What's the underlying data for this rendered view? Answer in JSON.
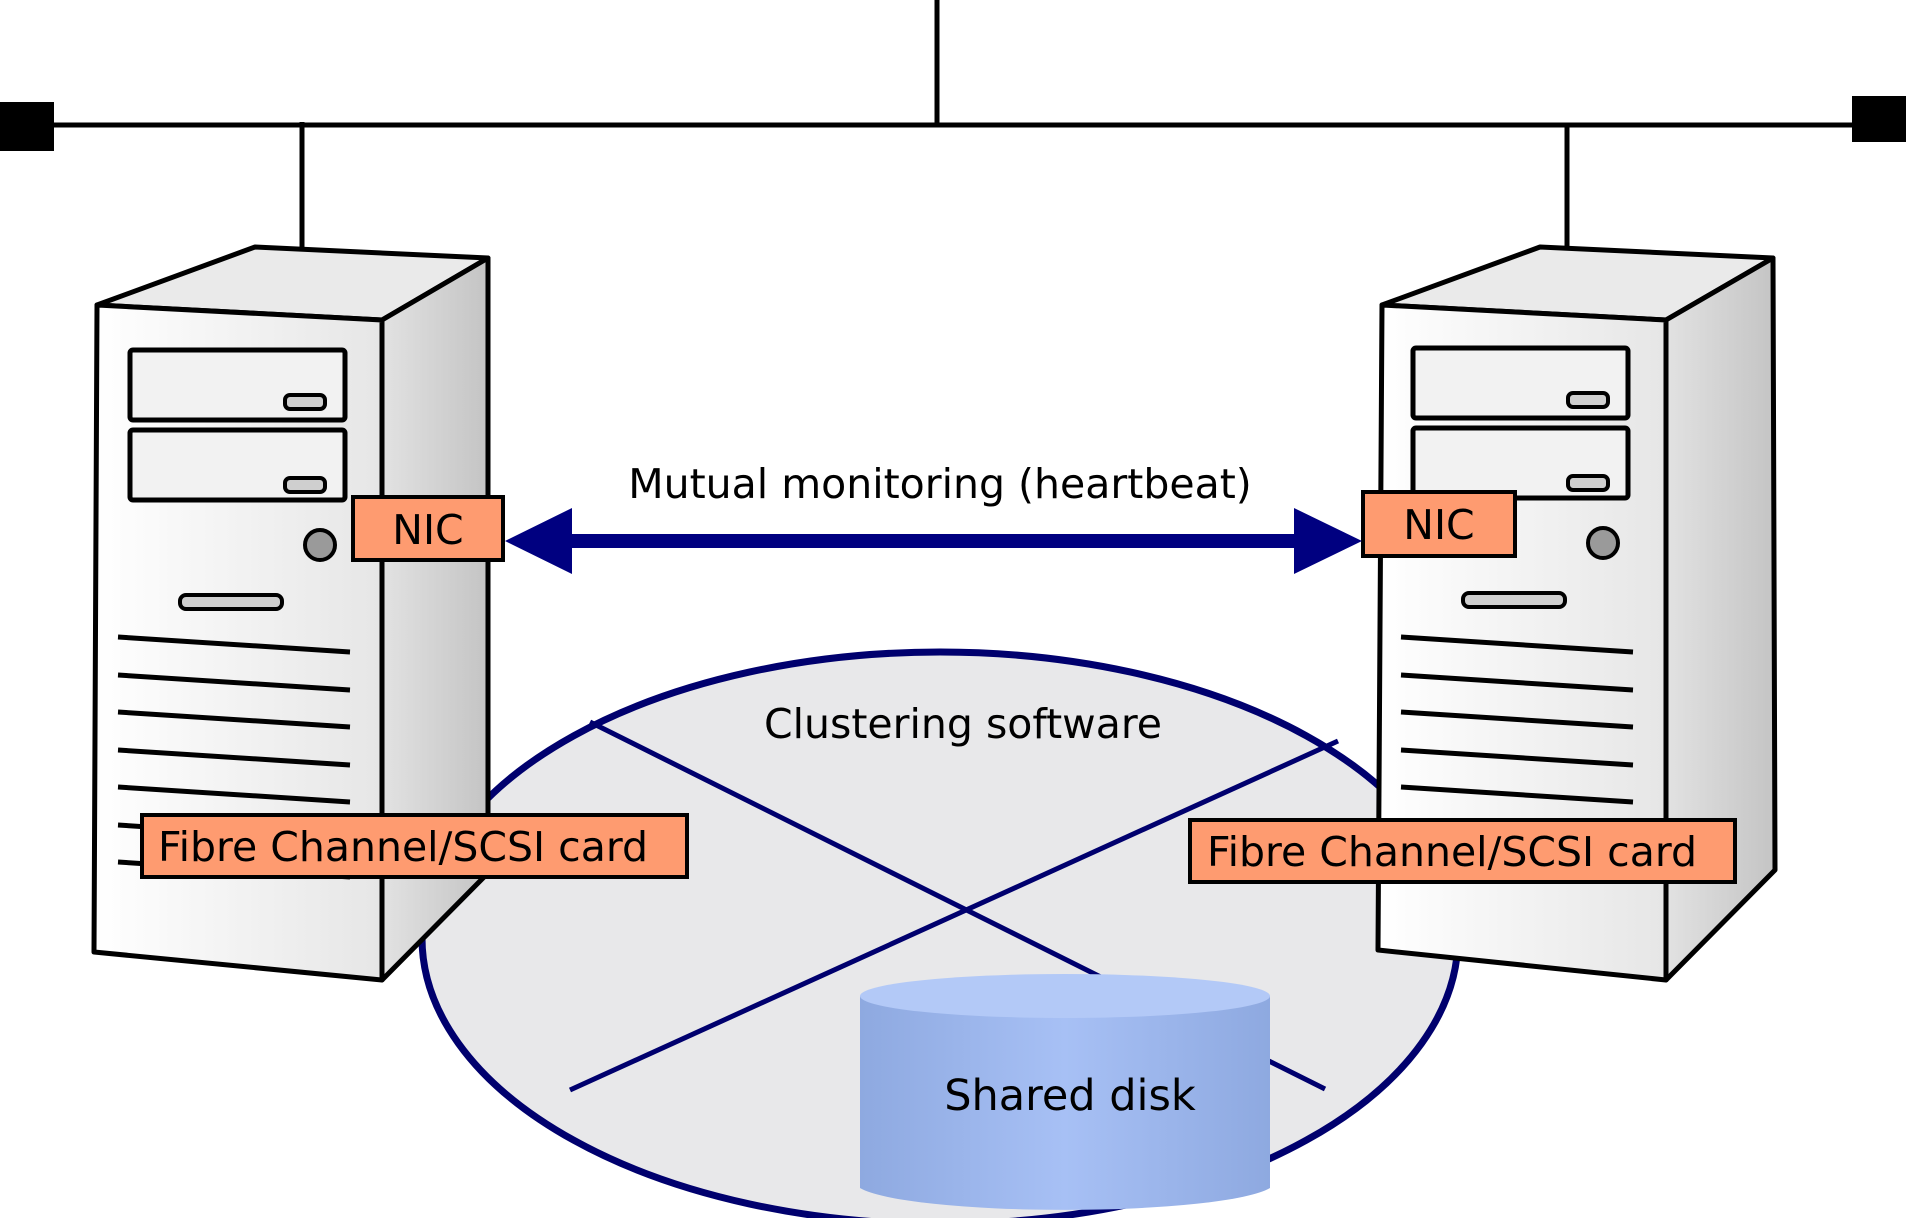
{
  "heartbeat_label": "Mutual monitoring (heartbeat)",
  "clustering_label": "Clustering software",
  "shared_disk_label": "Shared disk",
  "left_server": {
    "nic_label": "NIC",
    "card_label": "Fibre Channel/SCSI card"
  },
  "right_server": {
    "nic_label": "NIC",
    "card_label": "Fibre Channel/SCSI card"
  },
  "colors": {
    "nic_box": "#fe9b70",
    "card_box": "#fe9b70",
    "arrow": "#000080",
    "ellipse_fill": "#e8e8ea",
    "ellipse_stroke": "#00006e",
    "disk_fill": "#9bb6ee",
    "server_front": "#f4f4f4",
    "server_side": "#d6d6d6"
  },
  "icons": {
    "network_bus": "network-line",
    "server": "server-tower-icon",
    "disk": "cylinder-disk-icon"
  }
}
